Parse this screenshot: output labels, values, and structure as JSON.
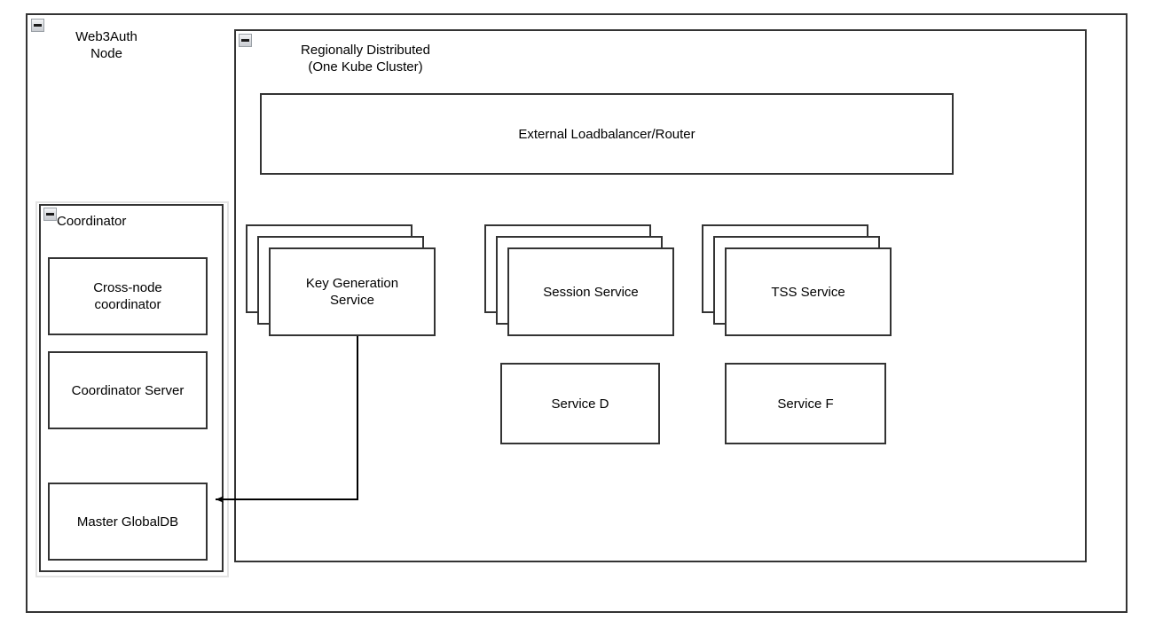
{
  "diagram": {
    "title_present": false,
    "colors": {
      "stroke": "#333333",
      "fill": "#ffffff",
      "text": "#000000",
      "frame_shadow": "#e3e3e3",
      "icon_border": "#9aa0a6"
    }
  },
  "outer_node": {
    "label": "Web3Auth\nNode",
    "collapse_icon": "collapse-minus-icon"
  },
  "cluster": {
    "label": "Regionally Distributed\n(One Kube Cluster)",
    "collapse_icon": "collapse-minus-icon"
  },
  "loadbalancer": {
    "label": "External Loadbalancer/Router"
  },
  "coordinator": {
    "label": "Coordinator",
    "collapse_icon": "collapse-minus-icon",
    "children": [
      {
        "label": "Cross-node\ncoordinator"
      },
      {
        "label": "Coordinator Server"
      },
      {
        "label": "Master GlobalDB"
      }
    ]
  },
  "services": {
    "stacked": [
      {
        "label": "Key Generation\nService",
        "instances": 3
      },
      {
        "label": "Session Service",
        "instances": 3
      },
      {
        "label": "TSS Service",
        "instances": 3
      }
    ],
    "single": [
      {
        "label": "Service D"
      },
      {
        "label": "Service F"
      }
    ]
  },
  "connections": [
    {
      "from": "Key Generation Service",
      "to": "Master GlobalDB",
      "arrow": "single-arrowhead",
      "direction": "to-master-globaldb"
    }
  ]
}
